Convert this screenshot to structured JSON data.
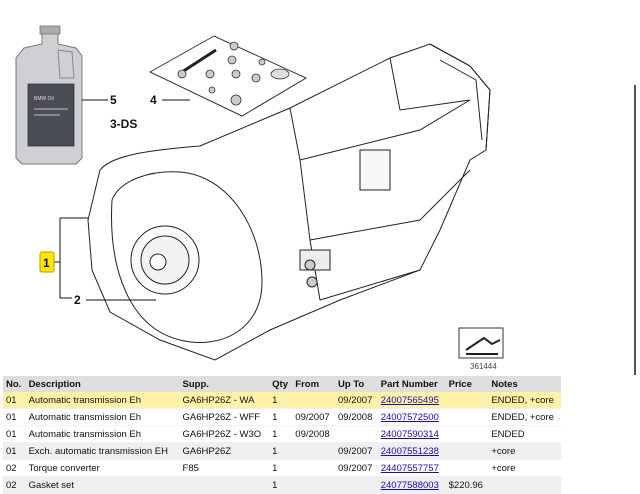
{
  "diagram": {
    "callouts": [
      "1",
      "2",
      "3-DS",
      "4",
      "5"
    ],
    "image_number": "361444",
    "bottle_label": "BMW Oil"
  },
  "table": {
    "headers": [
      "No.",
      "Description",
      "Supp.",
      "Qty",
      "From",
      "Up To",
      "Part Number",
      "Price",
      "Notes"
    ],
    "rows": [
      {
        "no": "01",
        "desc": "Automatic transmission Eh",
        "supp": "GA6HP26Z - WA",
        "qty": "1",
        "from": "",
        "upto": "09/2007",
        "part": "24007565495",
        "price": "",
        "notes": "ENDED, +core"
      },
      {
        "no": "01",
        "desc": "Automatic transmission Eh",
        "supp": "GA6HP26Z - WFF",
        "qty": "1",
        "from": "09/2007",
        "upto": "09/2008",
        "part": "24007572500",
        "price": "",
        "notes": "ENDED, +core"
      },
      {
        "no": "01",
        "desc": "Automatic transmission Eh",
        "supp": "GA6HP26Z - W3O",
        "qty": "1",
        "from": "09/2008",
        "upto": "",
        "part": "24007590314",
        "price": "",
        "notes": "ENDED"
      },
      {
        "no": "01",
        "desc": "Exch. automatic transmission EH",
        "supp": "GA6HP26Z",
        "qty": "1",
        "from": "",
        "upto": "09/2007",
        "part": "24007551238",
        "price": "",
        "notes": "+core"
      },
      {
        "no": "02",
        "desc": "Torque converter",
        "supp": "F85",
        "qty": "1",
        "from": "",
        "upto": "09/2007",
        "part": "24407557757",
        "price": "",
        "notes": "+core"
      },
      {
        "no": "02",
        "desc": "Gasket set",
        "supp": "",
        "qty": "1",
        "from": "",
        "upto": "",
        "part": "24077588003",
        "price": "$220.96",
        "notes": ""
      }
    ]
  }
}
